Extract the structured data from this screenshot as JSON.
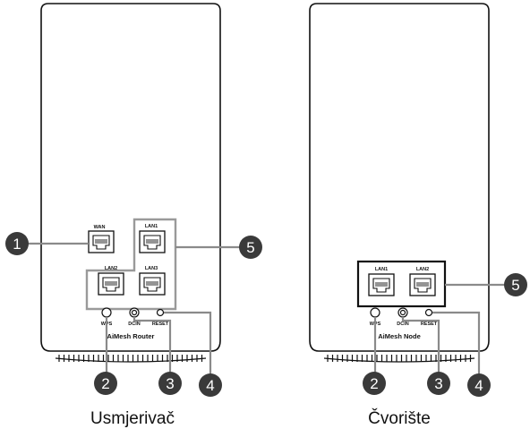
{
  "devices": [
    {
      "caption": "Usmjerivač",
      "brand": "AiMesh Router",
      "ports": {
        "wan": "WAN",
        "lan1": "LAN1",
        "lan2": "LAN2",
        "lan3": "LAN3"
      },
      "buttons": {
        "wps": "WPS",
        "dcin": "DCIN",
        "reset": "RESET"
      },
      "callouts": [
        "1",
        "2",
        "3",
        "4",
        "5"
      ]
    },
    {
      "caption": "Čvorište",
      "brand": "AiMesh Node",
      "ports": {
        "lan1": "LAN1",
        "lan2": "LAN2"
      },
      "buttons": {
        "wps": "WPS",
        "dcin": "DCIN",
        "reset": "RESET"
      },
      "callouts": [
        "2",
        "3",
        "4",
        "5"
      ]
    }
  ]
}
